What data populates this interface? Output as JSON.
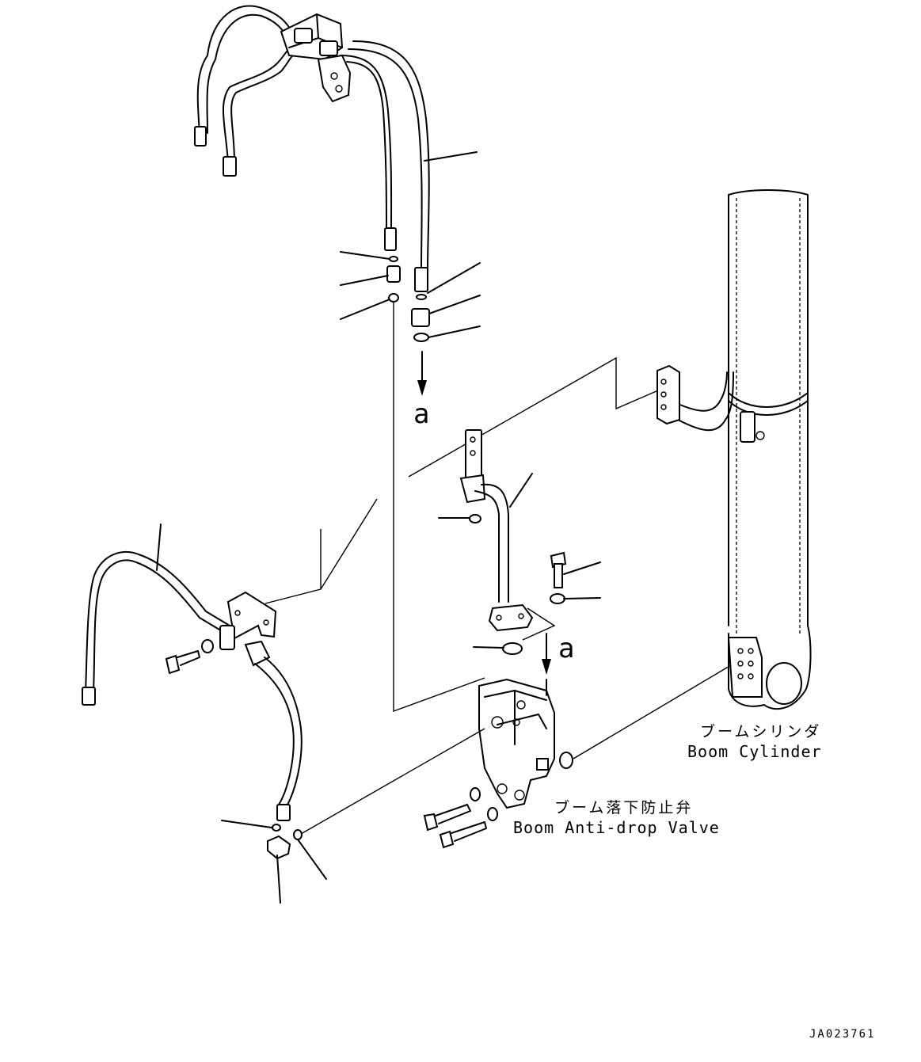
{
  "labels": {
    "boom_cylinder_jp": "ブームシリンダ",
    "boom_cylinder_en": "Boom Cylinder",
    "anti_drop_valve_jp": "ブーム落下防止弁",
    "anti_drop_valve_en": "Boom Anti-drop Valve",
    "arrow_upper": "a",
    "arrow_lower": "a",
    "drawing_id": "JA023761"
  }
}
